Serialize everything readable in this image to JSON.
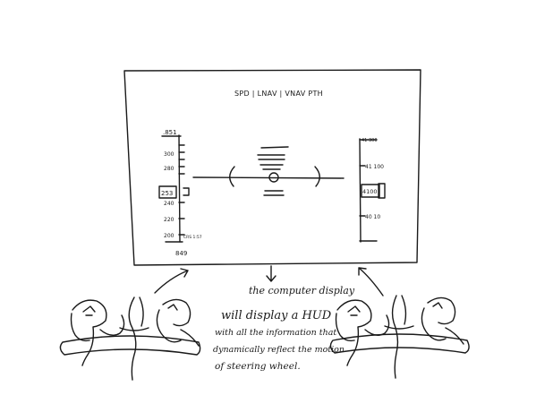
{
  "hud": {
    "mode_text": "SPD | LNAV | VNAV PTH",
    "speed_tape": {
      "top_label": ".851",
      "ticks": [
        "300",
        "280",
        "240",
        "220",
        "200"
      ],
      "current": "253",
      "bottom_label": "849",
      "side_note": "CRS 1:57"
    },
    "altitude_tape": {
      "ticks": [
        "41 300",
        "41 100",
        "40 10"
      ],
      "current": "4100"
    }
  },
  "caption": {
    "line1": "the computer display",
    "line2": "will display a HUD",
    "line3": "with all the information that",
    "line4": "dynamically reflect the motion",
    "line5": "of steering wheel."
  },
  "colors": {
    "ink": "#1a1a1a",
    "paper": "#ffffff"
  }
}
